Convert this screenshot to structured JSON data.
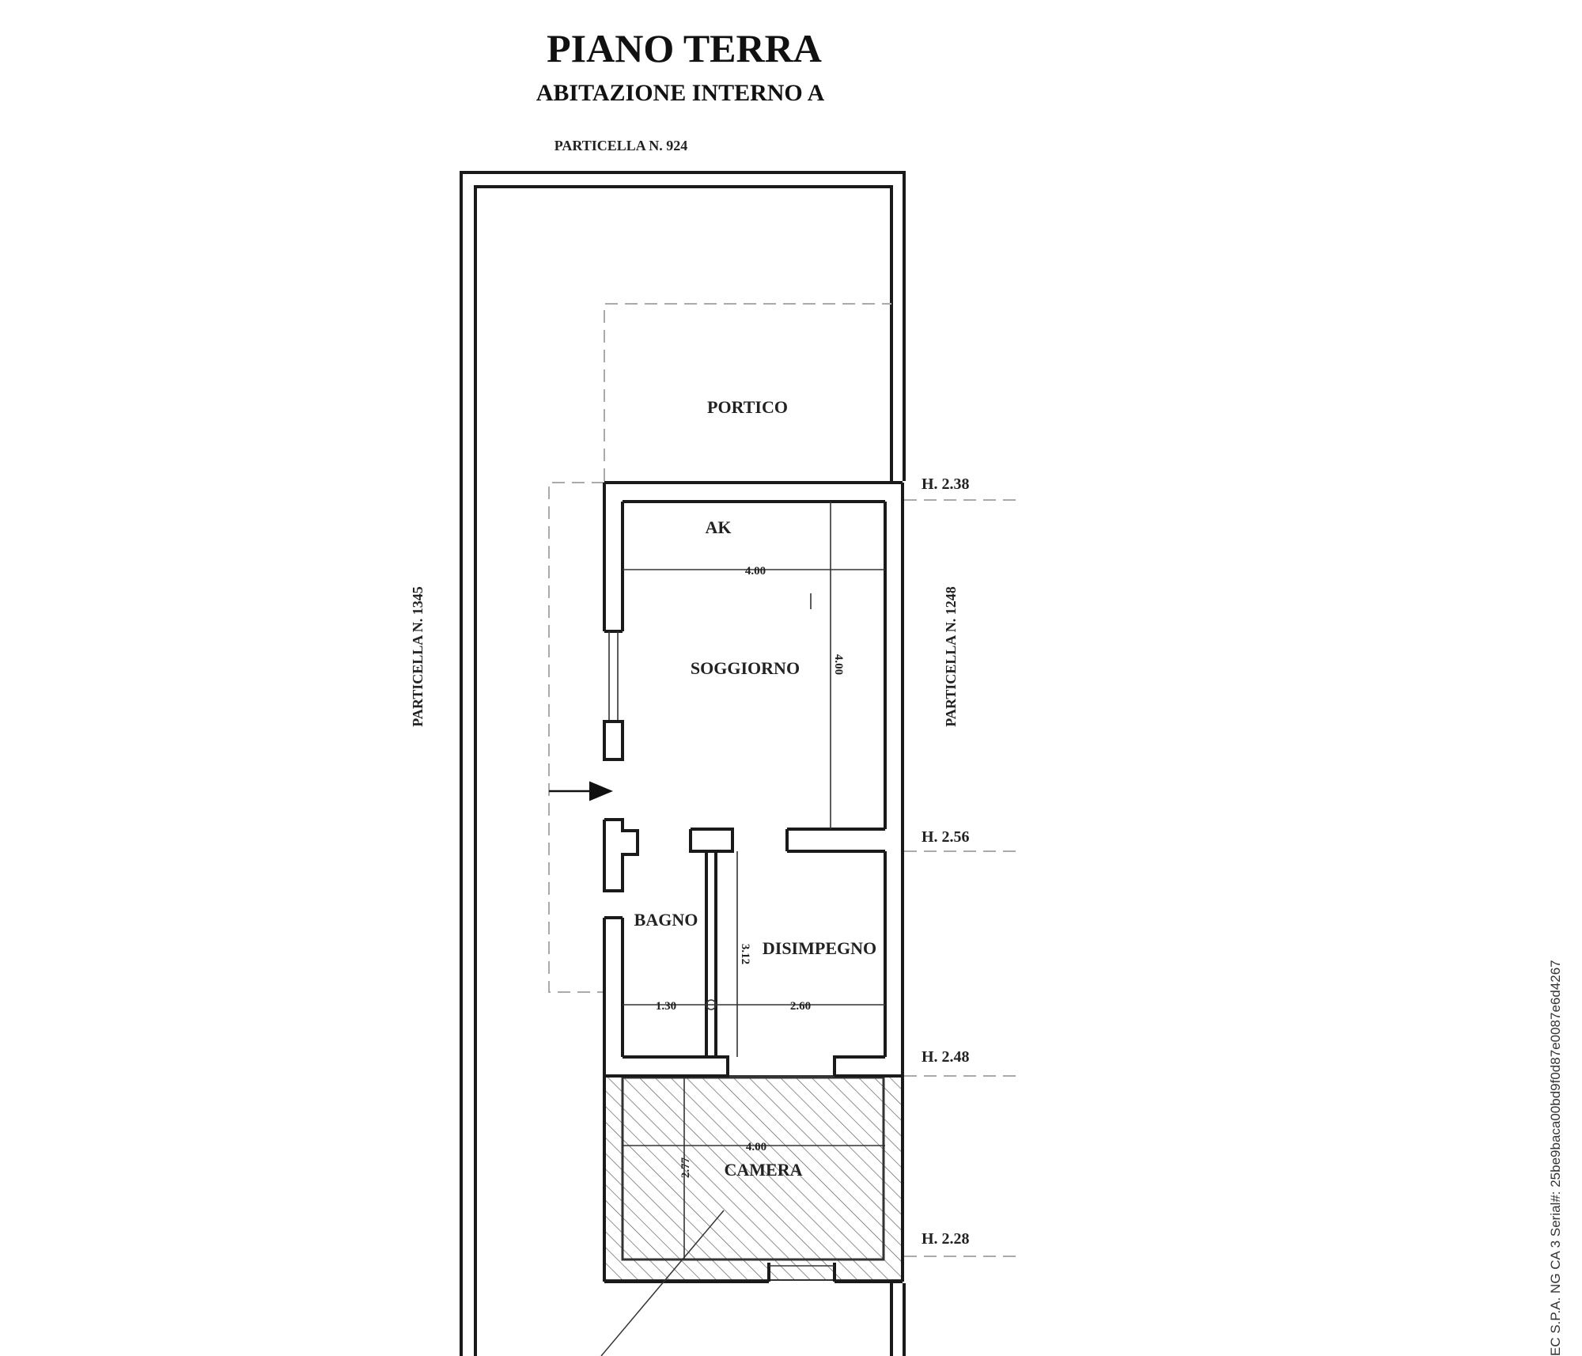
{
  "header": {
    "title": "PIANO TERRA",
    "subtitle": "ABITAZIONE INTERNO A"
  },
  "parcels": {
    "top": "PARTICELLA N. 924",
    "left": "PARTICELLA N. 1345",
    "right": "PARTICELLA N. 1248"
  },
  "rooms": {
    "portico": "PORTICO",
    "ak": "AK",
    "soggiorno": "SOGGIORNO",
    "bagno": "BAGNO",
    "disimpegno": "DISIMPEGNO",
    "camera": "CAMERA"
  },
  "dimensions": {
    "soggiorno_width": "4.00",
    "soggiorno_depth": "4.00",
    "bagno_depth": "3.12",
    "bagno_width": "1.30",
    "disimpegno_width": "2.60",
    "camera_width": "4.00",
    "camera_depth": "2.77"
  },
  "heights": {
    "h1": "H. 2.38",
    "h2": "H. 2.56",
    "h3": "H. 2.48",
    "h4": "H. 2.28"
  },
  "stamp": {
    "text": "EC S.P.A. NG CA 3 Serial#: 25be9baca00bd9f0d87e0087e6d4267"
  }
}
